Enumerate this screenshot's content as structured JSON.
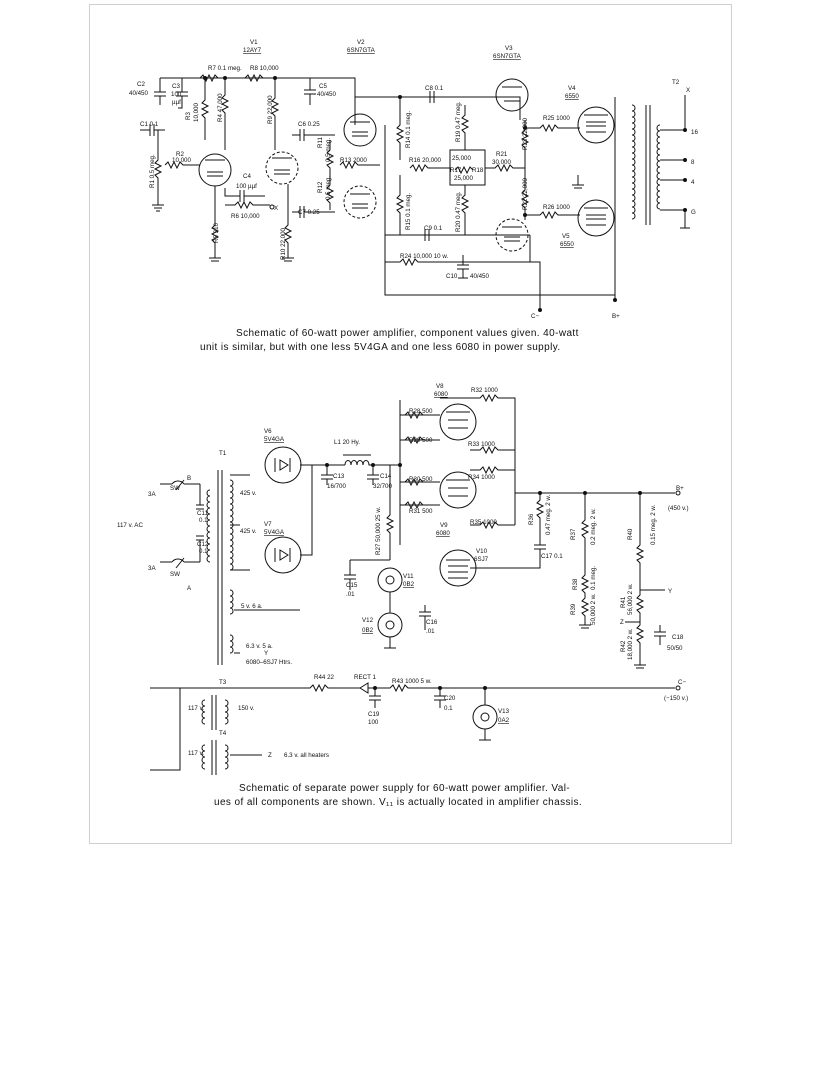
{
  "diagrams": [
    {
      "caption_line1": "Schematic of 60-watt power amplifier, component values given. 40-watt",
      "caption_line2": "unit is similar, but with one less 5V4GA and one less 6080 in power supply.",
      "tubes": {
        "v1": [
          "V1",
          "12AY7"
        ],
        "v2": [
          "V2",
          "6SN7GTA"
        ],
        "v3": [
          "V3",
          "6SN7GTA"
        ],
        "v4": [
          "V4",
          "6550"
        ],
        "v5": [
          "V5",
          "6550"
        ]
      },
      "labels": {
        "r7": "R7 0.1 meg.",
        "r8": "R8 10,000",
        "c2": "C2",
        "c2v": "40/450",
        "c3": "C3",
        "c3v": "100",
        "c3u": "µµf",
        "c5": "C5",
        "c5v": "40/450",
        "c8": "C8 0.1",
        "r3": "R3",
        "r3v": "10,000",
        "r4": "R4 47,000",
        "r9": "R9 22,000",
        "c6": "C6 0.25",
        "c1": "C1 0.1",
        "r2": "R2",
        "r2v": "10,000",
        "r1": "R1 0.5 meg.",
        "r11": "R11",
        "r11v": "0.5 meg.",
        "r13": "R13 2000",
        "r12": "R12",
        "r12v": "0.5 meg.",
        "c4": "C4",
        "c4v": "100 µµf",
        "r6": "R6 10,000",
        "x": "X",
        "c7": "C7 0.25",
        "r5": "R5 316",
        "r10": "R10 22,000",
        "r14": "R14 0.1 meg.",
        "r19": "R19 0.47 meg.",
        "r19b": "25,000",
        "r16": "R16 20,000",
        "r17": "R17",
        "r18": "R18",
        "r17v": "25,000",
        "r21": "R21",
        "r21v": "30,000",
        "r23": "R23 22,000",
        "r22": "R22 22,000",
        "r15": "R15 0.1 meg.",
        "r20": "R20 0.47 meg.",
        "c9": "C9 0.1",
        "r25": "R25 1000",
        "r26": "R26 1000",
        "t2": "T2",
        "tx": "X",
        "t16": "16",
        "t8": "8",
        "t4": "4",
        "tg": "G",
        "r24": "R24 10,000 10 w.",
        "c10": "C10",
        "c10v": "40/450",
        "cminus": "C−",
        "bplus": "B+"
      }
    },
    {
      "caption_line1": "Schematic of separate power supply for 60-watt power amplifier. Val-",
      "caption_line2": "ues of all components are shown. V₁₁ is actually located in amplifier chassis.",
      "tubes": {
        "v6": [
          "V6",
          "5V4GA"
        ],
        "v7": [
          "V7",
          "5V4GA"
        ],
        "v8": [
          "V8",
          "6080"
        ],
        "v9": [
          "V9",
          "6080"
        ],
        "v10": [
          "V10",
          "6SJ7"
        ],
        "v11": [
          "V11",
          "0B2"
        ],
        "v12": [
          "V12",
          "0B2"
        ],
        "v13": [
          "V13",
          "0A2"
        ]
      },
      "labels": {
        "t1": "T1",
        "l1": "L1 20 Hy.",
        "c13": "C13",
        "c13v": "16/700",
        "c14": "C14",
        "c14v": "32/700",
        "b": "B",
        "a": "A",
        "f3a": "3A",
        "f3a2": "3A",
        "sw": "SW",
        "sw2": "SW",
        "ac": "117 v. AC",
        "c11": "C11",
        "c11v": "0.1",
        "c12": "C12",
        "c12v": "0.1",
        "w425a": "425 v.",
        "w425b": "425 v.",
        "w5v": "5 v. 6 a.",
        "w63": "6.3 v. 5 a.",
        "wy": "Y",
        "whtr": "6080–6SJ7 Htrs.",
        "r28": "R28 500",
        "r29": "R29 500",
        "r32": "R32 1000",
        "r33": "R33 1000",
        "r30": "R30 500",
        "r34": "R34 1000",
        "r31": "R31 500",
        "r35": "R35 1000",
        "r27": "R27 50,000 25 w.",
        "r36": "R36",
        "r36v": "0.47 meg. 2 w.",
        "r37": "R37",
        "r37v": "0.2 meg. 2 w.",
        "r38": "R38",
        "r38v": "0.1 meg.",
        "r39": "R39",
        "r39v": "50,000 2 w.",
        "r40": "R40",
        "r40v": "0.15 meg. 2 w.",
        "r41": "R41",
        "r41v": "56,000 2 w.",
        "r42": "R42",
        "r42v": "18,000 2 w.",
        "c18": "C18",
        "c18v": "50/50",
        "c17": "C17 0.1",
        "c15": "C15",
        "c15v": ".01",
        "c16": "C16",
        "c16v": ".01",
        "bplus": "B+",
        "bplusv": "(450 v.)",
        "yout": "Y",
        "zout": "Z",
        "t3": "T3",
        "t4": "T4",
        "w117a": "117 v.",
        "w150": "150 v.",
        "w117b": "117 v.",
        "zh": "Z",
        "w63all": "6.3 v. all heaters",
        "r44": "R44 22",
        "rect": "RECT 1",
        "r43": "R43 1000 5 w.",
        "c19": "C19",
        "c19v": "100",
        "c20": "C20",
        "c20v": "0.1",
        "cminus": "C−",
        "cminusv": "(−150 v.)"
      }
    }
  ]
}
